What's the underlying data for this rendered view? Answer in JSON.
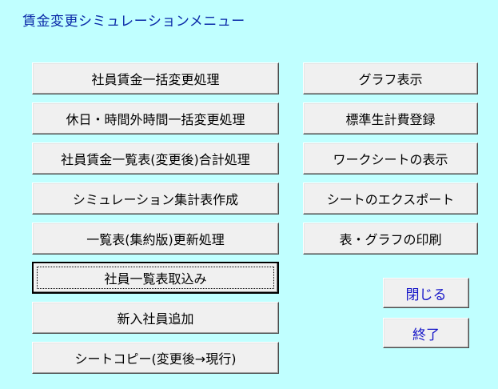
{
  "window": {
    "title": "賃金変更シミュレーションメニュー"
  },
  "left_buttons": [
    {
      "label": "社員賃金一括変更処理"
    },
    {
      "label": "休日・時間外時間一括変更処理"
    },
    {
      "label": "社員賃金一覧表(変更後)合計処理"
    },
    {
      "label": "シミュレーション集計表作成"
    },
    {
      "label": "一覧表(集約版)更新処理"
    },
    {
      "label": "社員一覧表取込み"
    },
    {
      "label": "新入社員追加"
    },
    {
      "label": "シートコピー(変更後→現行)"
    }
  ],
  "right_buttons": [
    {
      "label": "グラフ表示"
    },
    {
      "label": "標準生計費登録"
    },
    {
      "label": "ワークシートの表示"
    },
    {
      "label": "シートのエクスポート"
    },
    {
      "label": "表・グラフの印刷"
    }
  ],
  "action_buttons": {
    "close_label": "閉じる",
    "exit_label": "終了"
  },
  "colors": {
    "background": "#c0ffff",
    "title_text": "#0a2aa8",
    "action_text": "#1414c8",
    "button_face": "#f0f0f0"
  }
}
